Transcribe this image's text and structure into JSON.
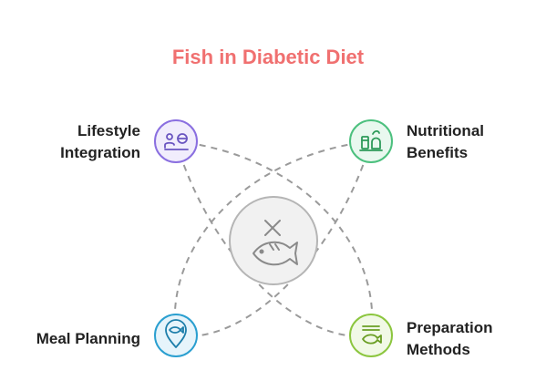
{
  "title": "Fish in Diabetic Diet",
  "colors": {
    "title": "#f07070",
    "lifestyle": "#8a6fe0",
    "nutritional": "#4cc07e",
    "meal": "#2a9fd0",
    "preparation": "#8cc63f",
    "center": "#9a9a9a"
  },
  "nodes": {
    "lifestyle": {
      "line1": "Lifestyle",
      "line2": "Integration",
      "icon": "person-plate-icon"
    },
    "nutritional": {
      "line1": "Nutritional",
      "line2": "Benefits",
      "icon": "food-jars-icon"
    },
    "meal": {
      "line1": "Meal Planning",
      "icon": "map-pin-fish-icon"
    },
    "preparation": {
      "line1": "Preparation",
      "line2": "Methods",
      "icon": "menu-fish-icon"
    }
  },
  "center": {
    "icon": "fish-cross-icon"
  }
}
